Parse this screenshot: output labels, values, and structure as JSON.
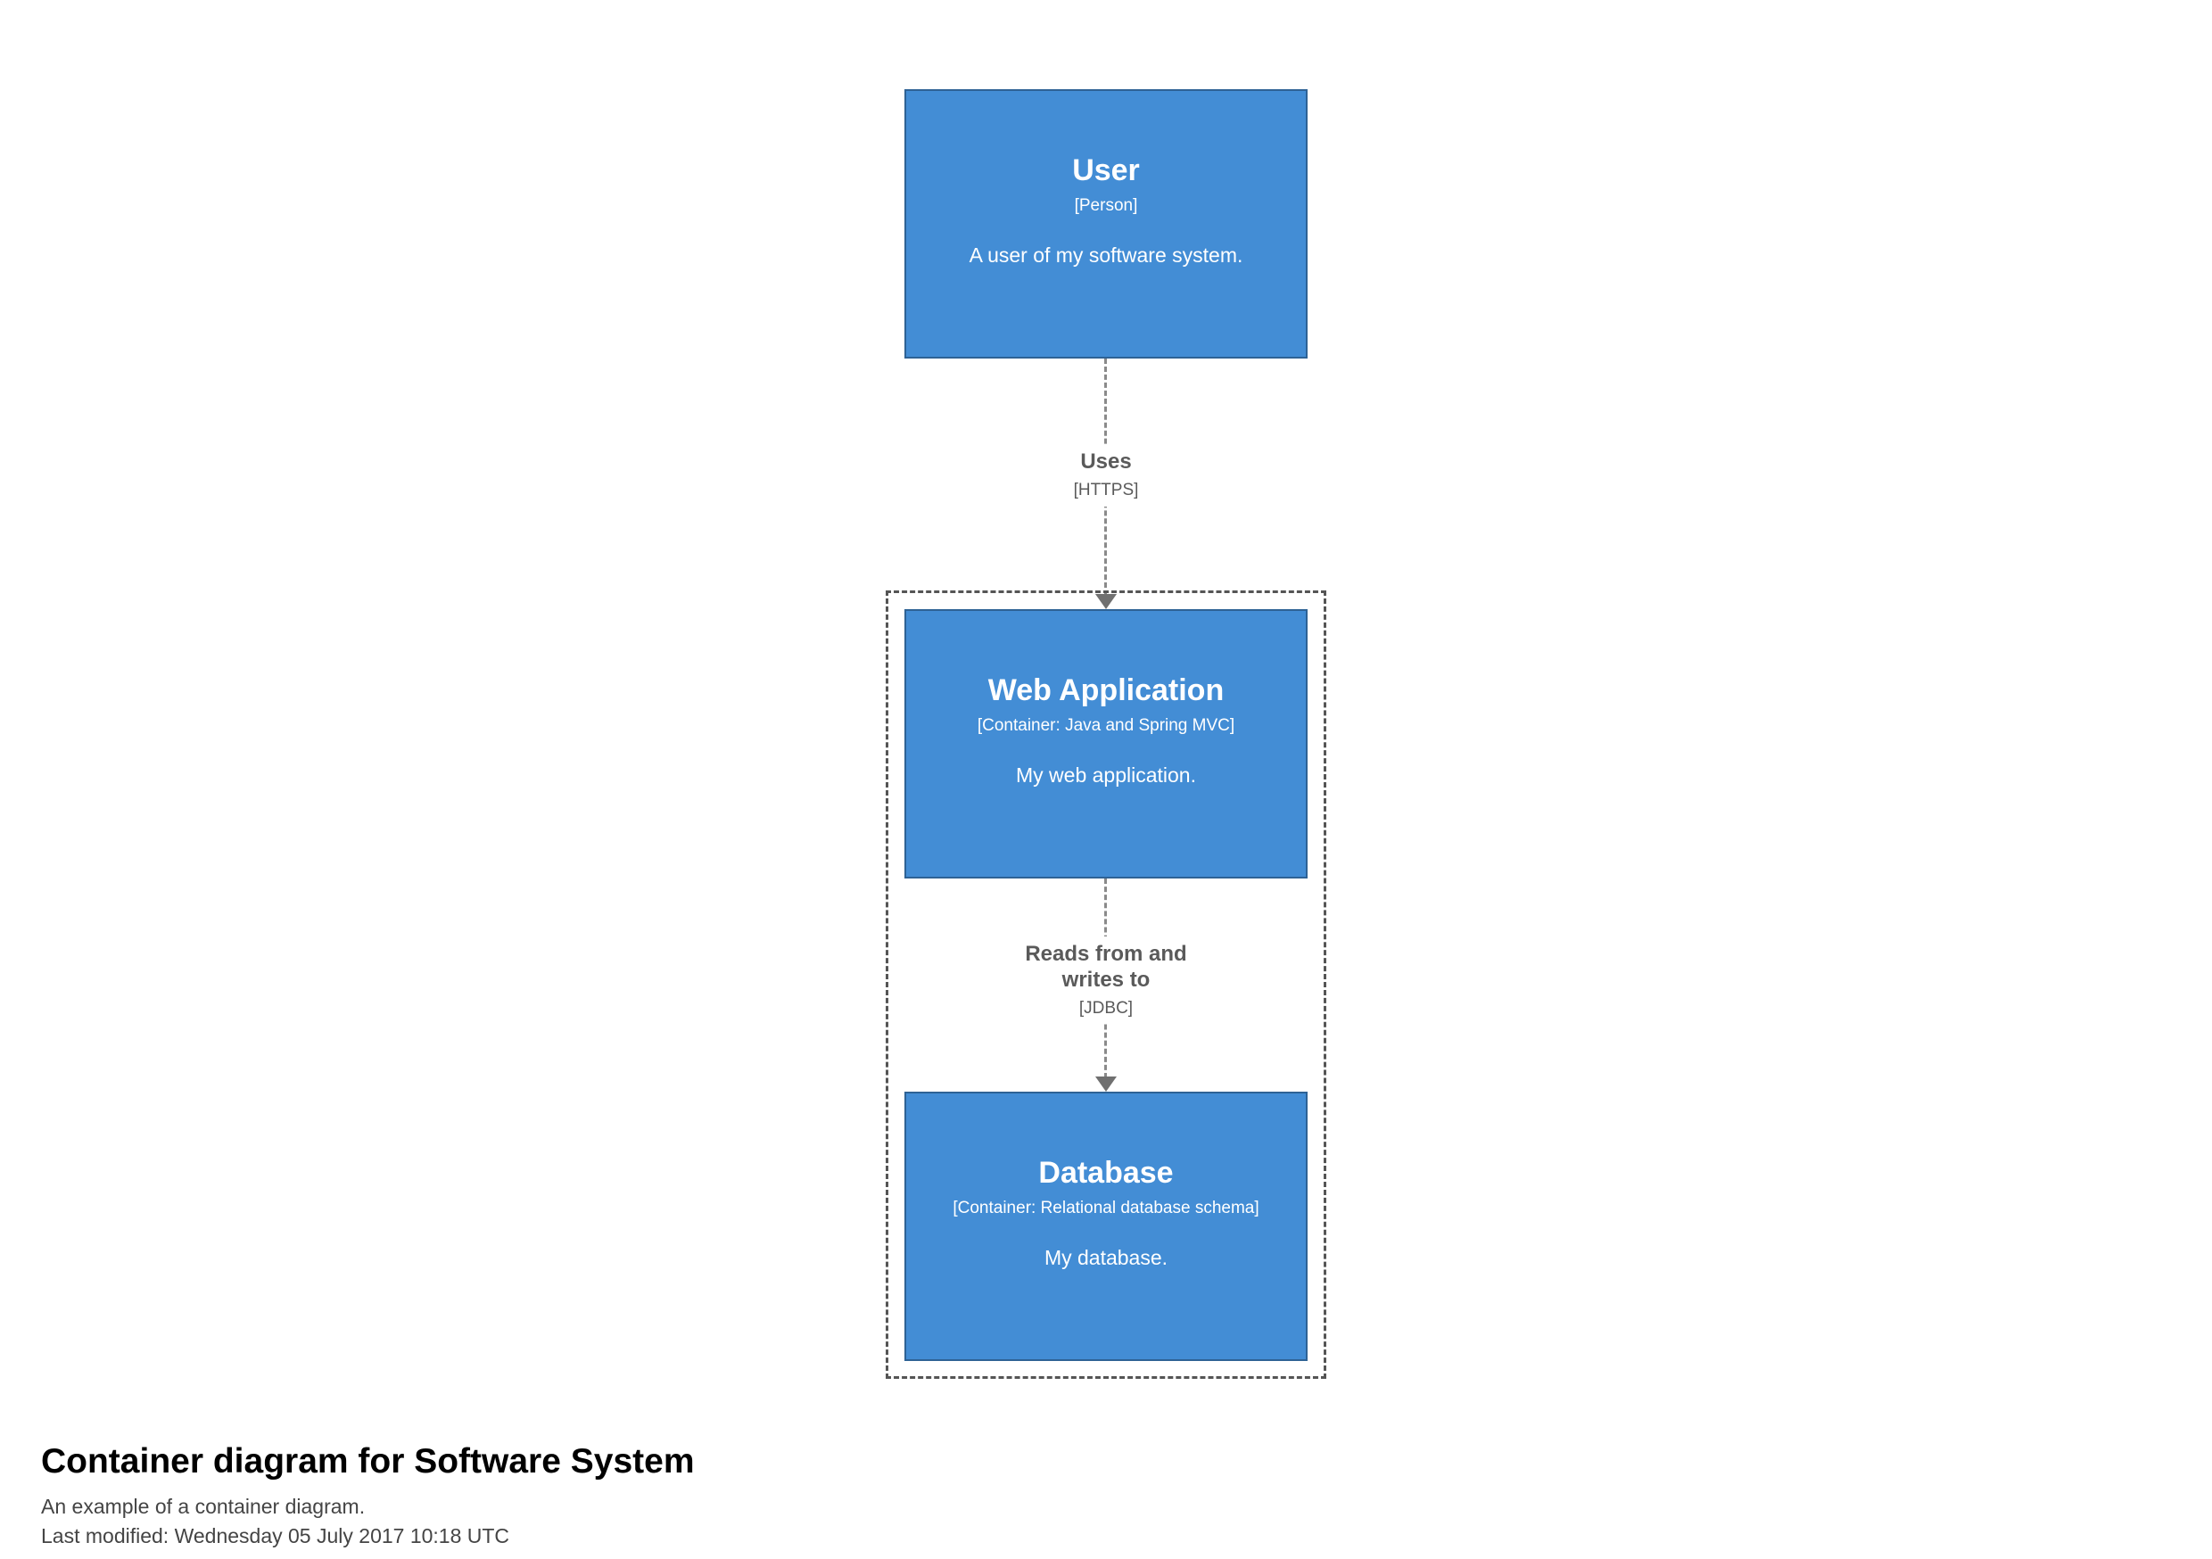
{
  "diagram": {
    "nodes": {
      "user": {
        "name": "User",
        "meta": "[Person]",
        "description": "A user of my software system."
      },
      "webapp": {
        "name": "Web Application",
        "meta": "[Container: Java and Spring MVC]",
        "description": "My web application."
      },
      "database": {
        "name": "Database",
        "meta": "[Container: Relational database schema]",
        "description": "My database."
      }
    },
    "edges": {
      "uses": {
        "label": "Uses",
        "technology": "[HTTPS]"
      },
      "reads": {
        "label": "Reads from and writes to",
        "technology": "[JDBC]"
      }
    },
    "colors": {
      "box_fill": "#438dd5",
      "box_border": "#2e6295",
      "arrow": "#707070",
      "boundary_border": "#555555"
    }
  },
  "footer": {
    "title": "Container diagram for Software System",
    "subtitle": "An example of a container diagram.",
    "last_modified": "Last modified: Wednesday 05 July 2017 10:18 UTC"
  }
}
